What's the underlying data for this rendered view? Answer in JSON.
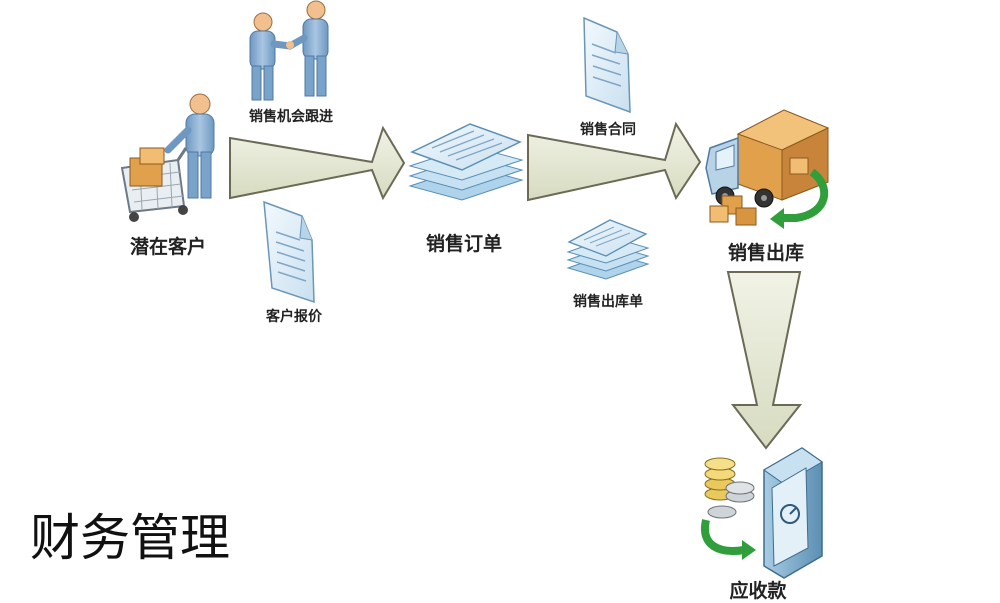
{
  "title": "财务管理",
  "nodes": {
    "prospect": "潜在客户",
    "sales_order": "销售订单",
    "outbound": "销售出库",
    "receivable": "应收款"
  },
  "docs": {
    "opportunity": "销售机会跟进",
    "quote": "客户报价",
    "contract": "销售合同",
    "outbound_slip": "销售出库单"
  },
  "colors": {
    "arrow_fill": "#e3e7d1",
    "arrow_stroke": "#6b6b55",
    "doc_fill": "#dcecf7",
    "doc_stroke": "#6a96b8",
    "person": "#8fb2d3",
    "box": "#e0a04c",
    "green": "#2f9e3b",
    "coin": "#d8b44c"
  }
}
